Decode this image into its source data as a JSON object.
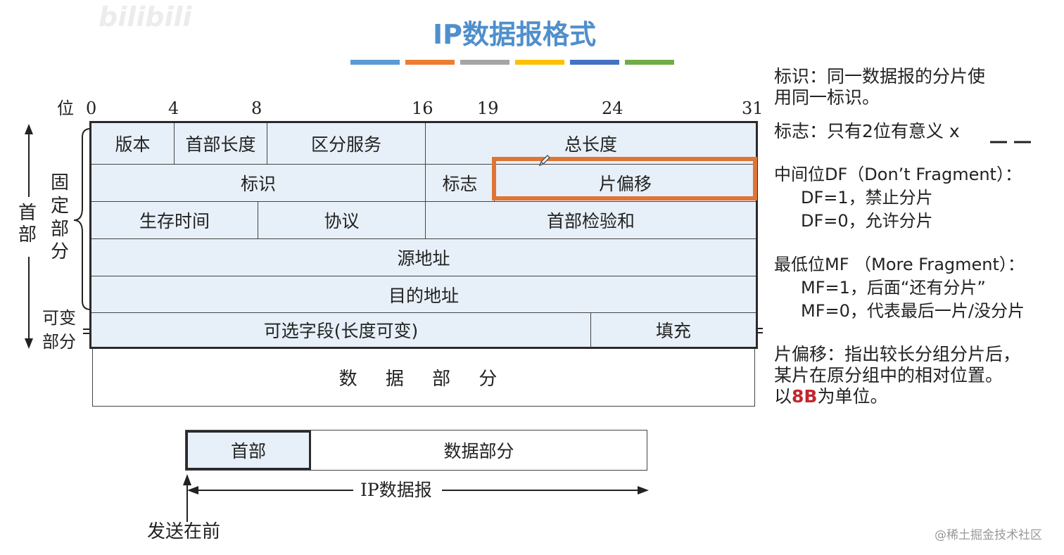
{
  "title": "IP数据报格式",
  "watermark_top": "bilibili",
  "watermark_bottom": "@稀土掘金技术社区",
  "stripe_colors": [
    "#5b9bd5",
    "#ed7d31",
    "#a5a5a5",
    "#ffc000",
    "#4472c4",
    "#70ad47"
  ],
  "bit_axis": {
    "label": "位",
    "ticks": [
      "0",
      "4",
      "8",
      "16",
      "19",
      "24",
      "31"
    ]
  },
  "side_labels": {
    "header": "首部",
    "fixed": "固定部分",
    "variable_line1": "可变",
    "variable_line2": "部分"
  },
  "fields": {
    "version": "版本",
    "ihl": "首部长度",
    "tos": "区分服务",
    "total_length": "总长度",
    "identification": "标识",
    "flags": "标志",
    "fragment_offset": "片偏移",
    "ttl": "生存时间",
    "protocol": "协议",
    "checksum": "首部检验和",
    "source": "源地址",
    "destination": "目的地址",
    "options": "可选字段(长度可变)",
    "padding": "填充",
    "data": "数 据 部 分"
  },
  "datagram": {
    "header": "首部",
    "data": "数据部分",
    "label": "IP数据报",
    "send_first": "发送在前"
  },
  "notes": {
    "id_line1": "标识：同一数据报的分片使",
    "id_line2": "用同一标识。",
    "flags_line": "标志：只有2位有意义 x",
    "df_title": "中间位DF（Don’t Fragment）：",
    "df1": "DF=1，禁止分片",
    "df0": "DF=0，允许分片",
    "mf_title": "最低位MF （More Fragment）：",
    "mf1": "MF=1，后面“还有分片”",
    "mf0": "MF=0，代表最后一片/没分片",
    "fo_line1": "片偏移：指出较长分组分片后，",
    "fo_line2": "某片在原分组中的相对位置。",
    "fo_line3_pre": "以",
    "fo_line3_unit": "8B",
    "fo_line3_post": "为单位。"
  }
}
